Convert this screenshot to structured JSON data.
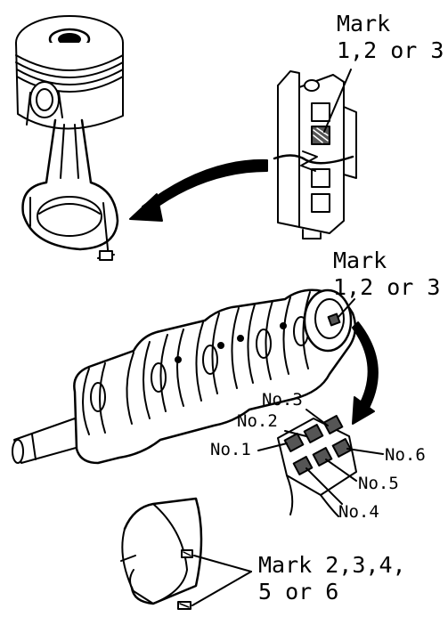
{
  "labels": {
    "rod_mark_title": "Mark",
    "rod_mark_values": "1,2 or 3",
    "crank_mark_title": "Mark",
    "crank_mark_values": "1,2 or 3",
    "no1": "No.1",
    "no2": "No.2",
    "no3": "No.3",
    "no4": "No.4",
    "no5": "No.5",
    "no6": "No.6",
    "bearing_mark_line1": "Mark 2,3,4,",
    "bearing_mark_line2": "5 or 6"
  },
  "colors": {
    "ink": "#000000",
    "paper": "#ffffff"
  }
}
